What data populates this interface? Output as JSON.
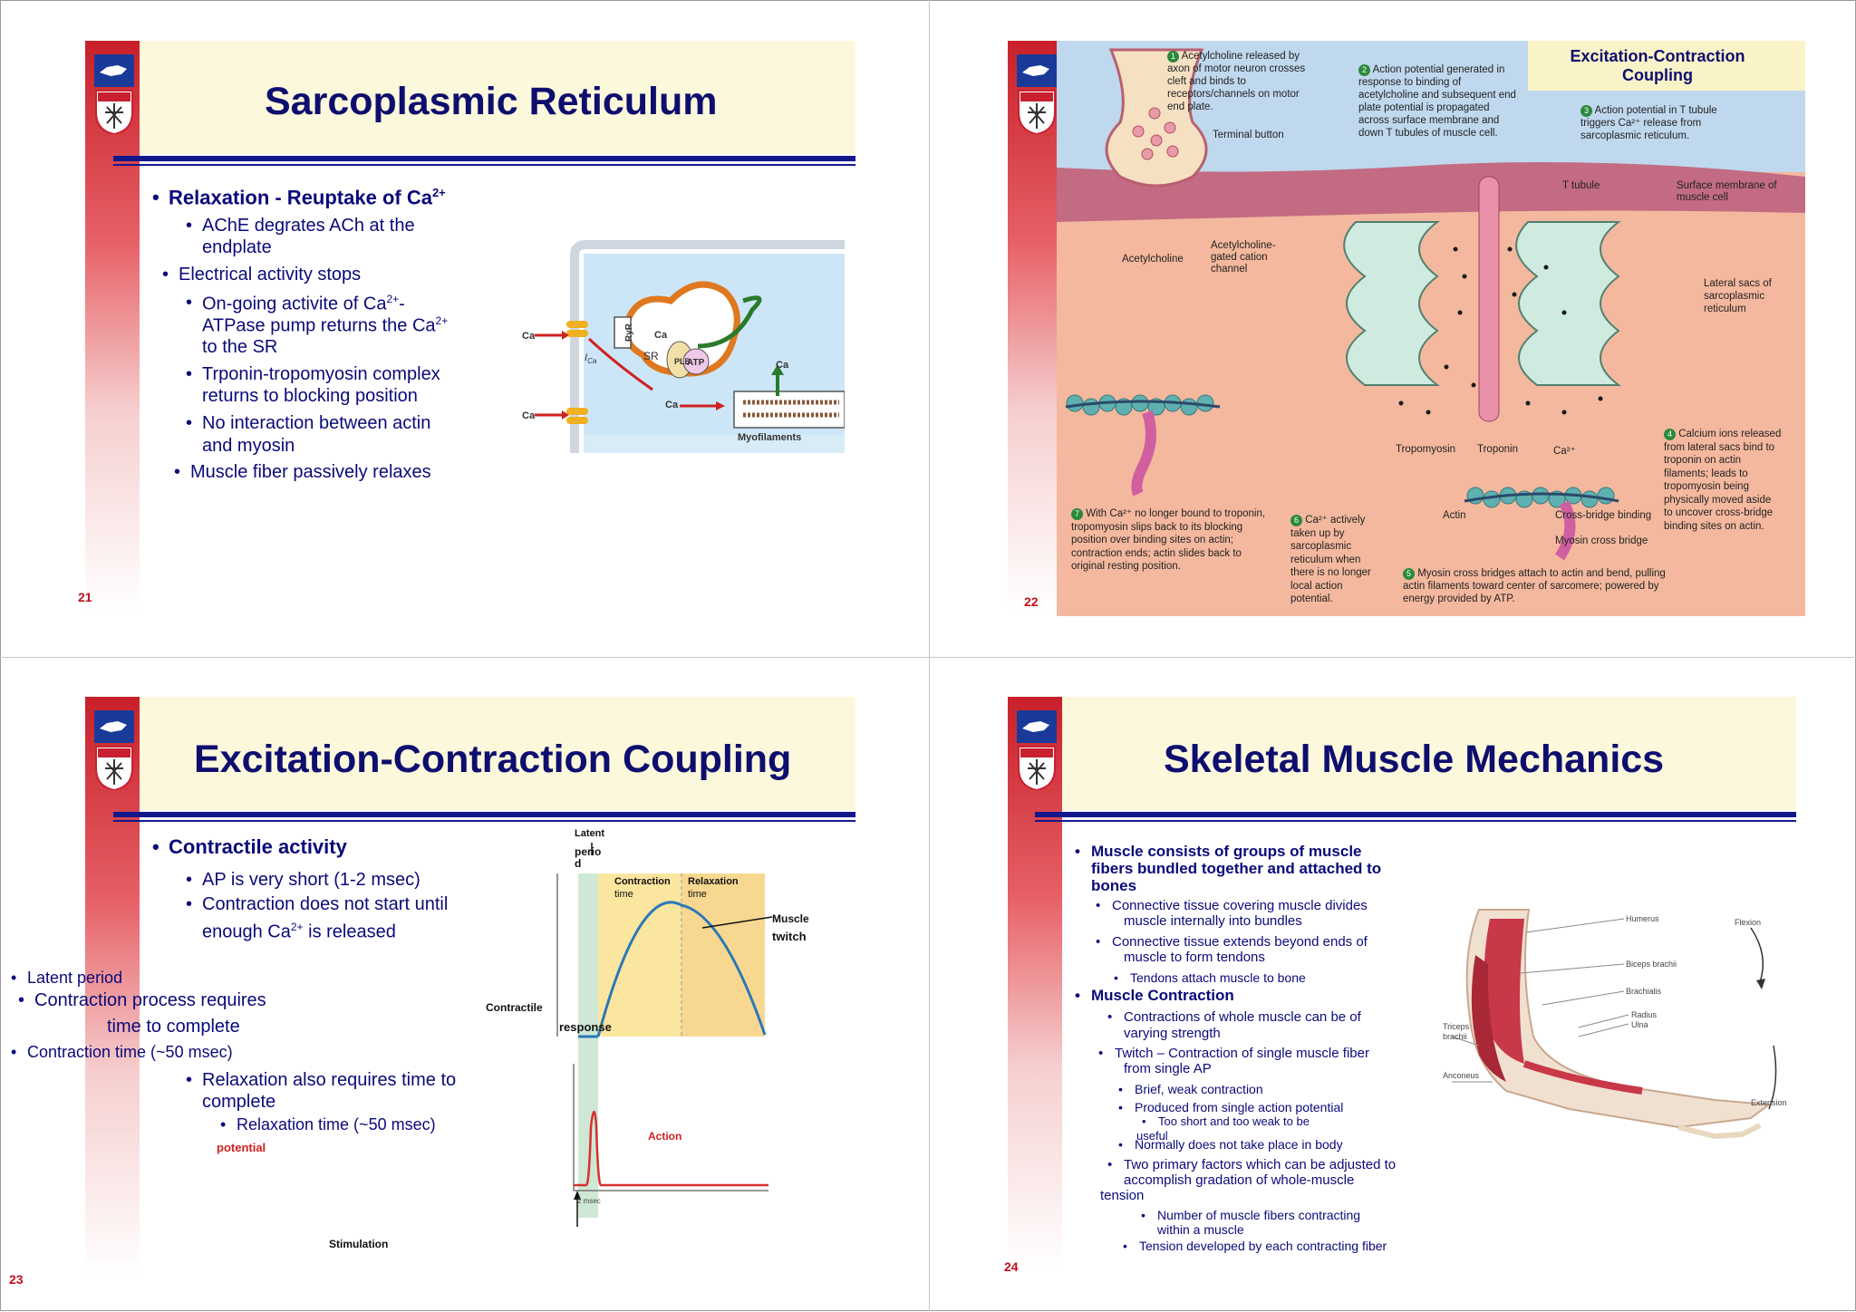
{
  "slide21": {
    "title": "Sarcoplasmic Reticulum",
    "page": "21",
    "bullets": {
      "b1": "Relaxation - Reuptake of Ca",
      "b1_sup": "2+",
      "b2a": "AChE degrates ACh at the",
      "b2b": "endplate",
      "b3": "Electrical activity stops",
      "b4a": "On-going activite of Ca",
      "b4a_sup": "2+",
      "b4a_end": "-",
      "b4b": "ATPase pump returns the Ca",
      "b4b_sup": "2+",
      "b4c": "to the SR",
      "b5a": "Trponin-tropomyosin complex",
      "b5b": "returns to blocking position",
      "b6a": "No interaction between actin",
      "b6b": "and myosin",
      "b7": "Muscle fiber passively relaxes"
    },
    "diagram": {
      "ca1": "Ca",
      "ca2": "Ca",
      "ca3": "Ca",
      "ca4": "Ca",
      "ca5": "Ca",
      "ryr": "RyR",
      "ica": "I",
      "ica_sub": "Ca",
      "sr": "SR",
      "plb": "PLB",
      "atp": "ATP",
      "myofilaments": "Myofilaments"
    }
  },
  "slide22": {
    "title": "Excitation-Contraction Coupling",
    "page": "22",
    "labels": {
      "s1": "Acetylcholine released by axon of motor neuron crosses cleft and binds to receptors/channels on motor end plate.",
      "s2": "Action potential generated in response to binding of acetylcholine and subsequent end plate potential is propagated across surface membrane and down T tubules of muscle cell.",
      "s3": "Action potential in T tubule triggers Ca²⁺ release from sarcoplasmic reticulum.",
      "s4": "Calcium ions released from lateral sacs bind to troponin on actin filaments; leads to tropomyosin being physically moved aside to uncover cross-bridge binding sites on actin.",
      "s5": "Myosin cross bridges attach to actin and bend, pulling actin filaments toward center of sarcomere; powered by energy provided by ATP.",
      "s6": "Ca²⁺ actively taken up by sarcoplasmic reticulum when there is no longer local action potential.",
      "s7": "With Ca²⁺ no longer bound to troponin, tropomyosin slips back to its blocking position over binding sites on actin; contraction ends; actin slides back to original resting position.",
      "terminal_button": "Terminal button",
      "acetylcholine": "Acetylcholine",
      "ach_channel": "Acetylcholine-gated cation channel",
      "t_tubule": "T tubule",
      "surface_membrane": "Surface membrane of muscle cell",
      "lateral_sacs": "Lateral sacs of sarcoplasmic reticulum",
      "tropomyosin": "Tropomyosin",
      "troponin": "Troponin",
      "ca2": "Ca²⁺",
      "actin": "Actin",
      "cross_bridge_binding": "Cross-bridge binding",
      "myosin_cross_bridge": "Myosin cross bridge"
    }
  },
  "slide23": {
    "title": "Excitation-Contraction Coupling",
    "page": "23",
    "bullets": {
      "b1": "Contractile activity",
      "b2": "AP is very short (1-2 msec)",
      "b3a": "Contraction does not start until",
      "b3b": "enough Ca",
      "b3b_sup": "2+",
      "b3b_end": " is released",
      "b4": "Latent period",
      "b5a": "Contraction process requires",
      "b5b": "time to complete",
      "b6": "Contraction time (~50 msec)",
      "b7a": "Relaxation also requires time to",
      "b7b": "complete",
      "b8": "Relaxation time (~50 msec)"
    },
    "chart": {
      "latent_a": "Latent",
      "latent_b": "perio",
      "latent_c": "d",
      "contraction_time_a": "Contraction",
      "contraction_time_b": "time",
      "relaxation_time_a": "Relaxation",
      "relaxation_time_b": "time",
      "muscle": "Muscle",
      "twitch": "twitch",
      "contractile": "Contractile",
      "response": "response",
      "action": "Action",
      "potential": "potential",
      "stimulation": "Stimulation",
      "msec_label": "2 msec"
    }
  },
  "slide24": {
    "title": "Skeletal Muscle Mechanics",
    "page": "24",
    "bullets": {
      "b1a": "Muscle consists of groups of muscle",
      "b1b": "fibers bundled together and attached to",
      "b1c": "bones",
      "b2a": "Connective tissue covering muscle divides",
      "b2b": "muscle internally into bundles",
      "b3a": "Connective tissue extends beyond ends of",
      "b3b": "muscle to form tendons",
      "b4": "Tendons attach muscle to bone",
      "b5": "Muscle Contraction",
      "b6a": "Contractions of whole muscle can be of",
      "b6b": "varying strength",
      "b7a": "Twitch – Contraction of single muscle fiber",
      "b7b": "from single AP",
      "b8": "Brief, weak contraction",
      "b9": "Produced from single action potential",
      "b10a": "Too short and too weak to be",
      "b10b": "useful",
      "b11": "Normally does not take place in body",
      "b12a": "Two primary factors which can be adjusted to",
      "b12b": "accomplish gradation of whole-muscle",
      "b12c": "tension",
      "b13a": "Number of muscle fibers contracting",
      "b13b": "within a muscle",
      "b14": "Tension developed by each contracting fiber"
    },
    "figure": {
      "humerus": "Humerus",
      "biceps": "Biceps brachii",
      "brachialis": "Brachialis",
      "radius": "Radius",
      "ulna": "Ulna",
      "triceps_a": "Triceps",
      "triceps_b": "brachii",
      "anconeus": "Anconeus",
      "flexion": "Flexion",
      "extension": "Extension"
    }
  }
}
